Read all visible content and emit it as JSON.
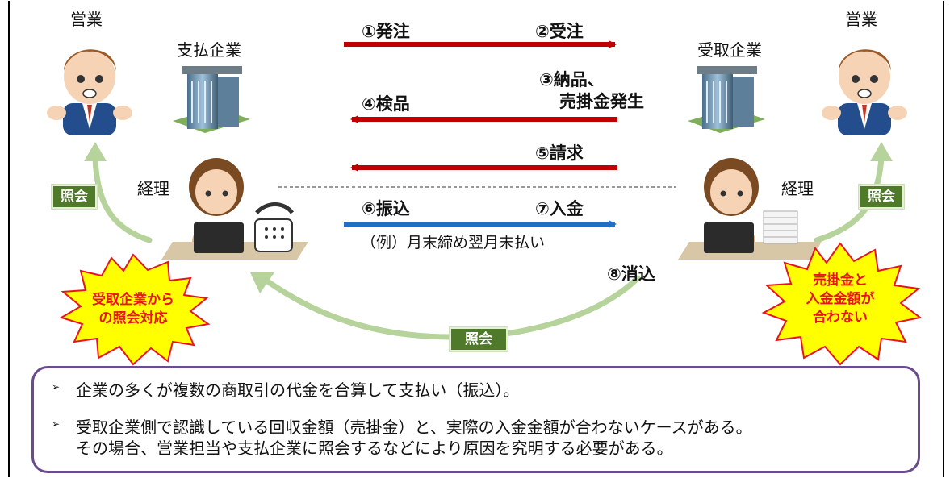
{
  "actors": {
    "sales_left": "営業",
    "payer_company": "支払企業",
    "accounting_left": "経理",
    "receiver_company": "受取企業",
    "sales_right": "営業",
    "accounting_right": "経理"
  },
  "flows": {
    "order": "①発注",
    "order_received": "②受注",
    "delivery_line1": "③納品、",
    "delivery_line2": "売掛金発生",
    "inspection": "④検品",
    "billing": "⑤請求",
    "transfer": "⑥振込",
    "deposit": "⑦入金",
    "example": "（例）月末締め翌月末払い",
    "reconcile": "⑧消込"
  },
  "tags": {
    "inquiry_left": "照会",
    "inquiry_right": "照会",
    "inquiry_bottom": "照会"
  },
  "callouts": {
    "left_line1": "受取企業から",
    "left_line2": "の照会対応",
    "right_line1": "売掛金と",
    "right_line2": "入金金額が",
    "right_line3": "合わない"
  },
  "notes": {
    "bullet": "➢",
    "note1": "企業の多くが複数の商取引の代金を合算して支払い（振込）。",
    "note2_line1": "受取企業側で認識している回収金額（売掛金）と、実際の入金金額が合わないケースがある。",
    "note2_line2": "その場合、営業担当や支払企業に照会するなどにより原因を究明する必要がある。"
  },
  "colors": {
    "red_arrow": "#c00000",
    "blue_arrow": "#1f6fc5",
    "green_arrow": "#b5d39b",
    "green_tag": "#4e7a2a",
    "burst_fill": "#ffff00",
    "burst_text": "#e8141d",
    "notes_border": "#6a4c8e"
  }
}
